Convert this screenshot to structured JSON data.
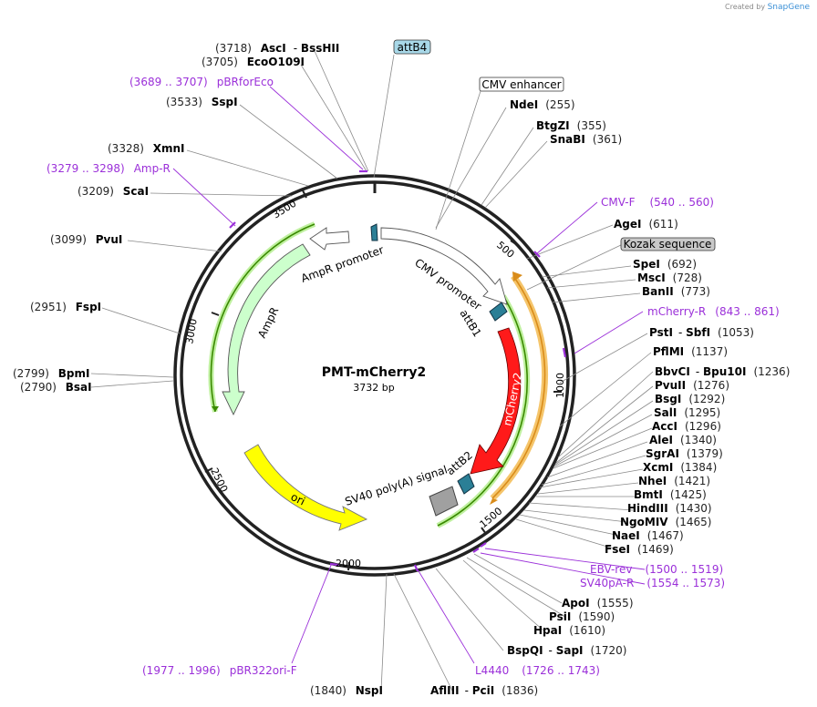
{
  "credit": {
    "prefix": "Created by",
    "brand": "SnapGene"
  },
  "plasmid": {
    "name": "PMT-mCherry2",
    "size": "3732 bp"
  },
  "ticks": [
    "500",
    "1000",
    "1500",
    "2000",
    "2500",
    "3000",
    "3500"
  ],
  "enzymes": [
    {
      "name": "AscI",
      "pos": "(3718)",
      "extra": "BssHII"
    },
    {
      "name": "EcoO109I",
      "pos": "(3705)"
    },
    {
      "name": "SspI",
      "pos": "(3533)"
    },
    {
      "name": "XmnI",
      "pos": "(3328)"
    },
    {
      "name": "ScaI",
      "pos": "(3209)"
    },
    {
      "name": "PvuI",
      "pos": "(3099)"
    },
    {
      "name": "FspI",
      "pos": "(2951)"
    },
    {
      "name": "BpmI",
      "pos": "(2799)"
    },
    {
      "name": "BsaI",
      "pos": "(2790)"
    },
    {
      "name": "NdeI",
      "pos": "(255)"
    },
    {
      "name": "BtgZI",
      "pos": "(355)"
    },
    {
      "name": "SnaBI",
      "pos": "(361)"
    },
    {
      "name": "AgeI",
      "pos": "(611)"
    },
    {
      "name": "SpeI",
      "pos": "(692)"
    },
    {
      "name": "MscI",
      "pos": "(728)"
    },
    {
      "name": "BanII",
      "pos": "(773)"
    },
    {
      "name": "PstI",
      "pos": "(1053)",
      "extra": "SbfI"
    },
    {
      "name": "PflMI",
      "pos": "(1137)"
    },
    {
      "name": "BbvCI",
      "pos": "(1236)",
      "extra": "Bpu10I"
    },
    {
      "name": "PvuII",
      "pos": "(1276)"
    },
    {
      "name": "BsgI",
      "pos": "(1292)"
    },
    {
      "name": "SalI",
      "pos": "(1295)"
    },
    {
      "name": "AccI",
      "pos": "(1296)"
    },
    {
      "name": "AleI",
      "pos": "(1340)"
    },
    {
      "name": "SgrAI",
      "pos": "(1379)"
    },
    {
      "name": "XcmI",
      "pos": "(1384)"
    },
    {
      "name": "NheI",
      "pos": "(1421)"
    },
    {
      "name": "BmtI",
      "pos": "(1425)"
    },
    {
      "name": "HindIII",
      "pos": "(1430)"
    },
    {
      "name": "NgoMIV",
      "pos": "(1465)"
    },
    {
      "name": "NaeI",
      "pos": "(1467)"
    },
    {
      "name": "FseI",
      "pos": "(1469)"
    },
    {
      "name": "ApoI",
      "pos": "(1555)"
    },
    {
      "name": "PsiI",
      "pos": "(1590)"
    },
    {
      "name": "HpaI",
      "pos": "(1610)"
    },
    {
      "name": "BspQI",
      "pos": "(1720)",
      "extra": "SapI"
    },
    {
      "name": "AflIII",
      "pos": "(1836)",
      "extra": "PciI"
    },
    {
      "name": "NspI",
      "pos": "(1840)"
    }
  ],
  "primers": [
    {
      "name": "pBRforEco",
      "range": "(3689 .. 3707)"
    },
    {
      "name": "Amp-R",
      "range": "(3279 .. 3298)"
    },
    {
      "name": "CMV-F",
      "range": "(540 .. 560)"
    },
    {
      "name": "mCherry-R",
      "range": "(843 .. 861)"
    },
    {
      "name": "EBV-rev",
      "range": "(1500 .. 1519)"
    },
    {
      "name": "SV40pA-R",
      "range": "(1554 .. 1573)"
    },
    {
      "name": "L4440",
      "range": "(1726 .. 1743)"
    },
    {
      "name": "pBR322ori-F",
      "range": "(1977 .. 1996)"
    }
  ],
  "features": {
    "attB4": "attB4",
    "cmv_enhancer": "CMV enhancer",
    "kozak": "Kozak sequence",
    "cmv_promoter": "CMV promoter",
    "attB1": "attB1",
    "mcherry2": "mCherry2",
    "attB2": "attB2",
    "sv40": "SV40 poly(A) signal",
    "ori": "ori",
    "ampr": "AmpR",
    "ampr_promoter": "AmpR promoter"
  },
  "colors": {
    "backbone": "#222222",
    "mcherry": "#ff1a1a",
    "ori": "#ffff00",
    "ampr": "#ccffcc",
    "att": "#2b7f96",
    "sv40": "#a0a0a0",
    "primer": "#9b30d9",
    "orf_green": "#3a8a00",
    "orf_orange": "#d98c1a",
    "attB4_box": "#a8d8e8",
    "kozak_box": "#c8c8c8"
  }
}
